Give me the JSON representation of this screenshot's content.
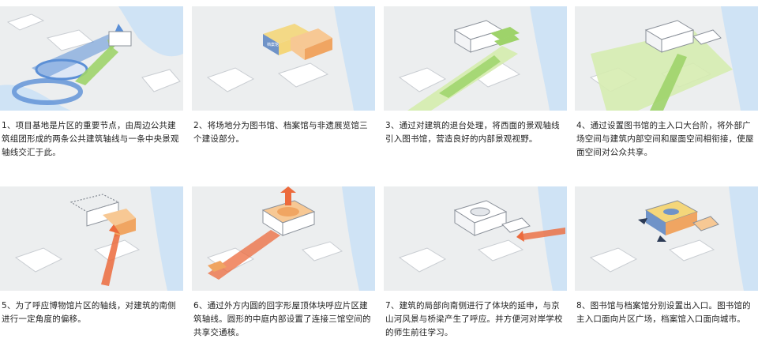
{
  "panels": [
    {
      "caption": "1、项目基地是片区的重要节点，由周边公共建筑组团形成的两条公共建筑轴线与一条中央景观轴线交汇于此。"
    },
    {
      "caption": "2、将场地分为图书馆、档案馆与非遗展览馆三个建设部分。"
    },
    {
      "caption": "3、通过对建筑的退台处理，将西面的景观轴线引入图书馆，营造良好的内部景观视野。"
    },
    {
      "caption": "4、通过设置图书馆的主入口大台阶，将外部广场空间与建筑内部空间和屋面空间相衔接，使屋面空间对公众共享。"
    },
    {
      "caption": "5、为了呼应博物馆片区的轴线，对建筑的南侧进行一定角度的偏移。"
    },
    {
      "caption": "6、通过外方内圆的回字形屋顶体块呼应片区建筑轴线。圆形的中庭内部设置了连接三馆空间的共享交通核。"
    },
    {
      "caption": "7、建筑的局部向南侧进行了体块的延申，与京山河风景与桥梁产生了呼应。并方便河对岸学校的师生前往学习。"
    },
    {
      "caption": "8、图书馆与档案馆分别设置出入口。图书馆的主入口面向片区广场，档案馆入口面向城市。"
    }
  ],
  "colors": {
    "water": "#cfe3f5",
    "ground": "#eceeef",
    "building": "#ffffff",
    "axis_blue": "#5b8fd6",
    "axis_green": "#9ed36a",
    "green_area": "#d6ecb0",
    "orange": "#f0a562",
    "orange_light": "#f7c894",
    "yellow": "#f4d67a",
    "blue_block": "#6f93c8",
    "red_arrow": "#ec6a3c"
  }
}
